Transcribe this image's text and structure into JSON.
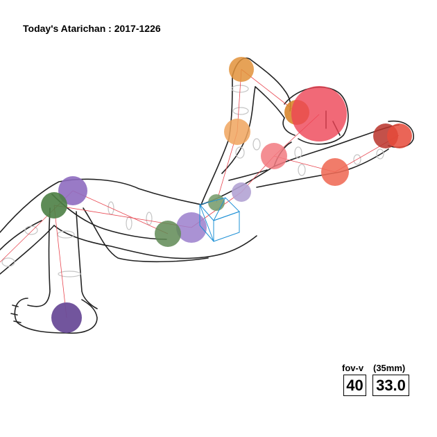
{
  "header": {
    "title": "Today's Atarichan : 2017-1226"
  },
  "fov": {
    "fov_v_label": "fov-v",
    "lens_label": "(35mm)",
    "fov_v_value": "40",
    "focal_value": "33.0"
  },
  "colors": {
    "bone_line": "#e8454f",
    "camera_gizmo": "#1e90d6",
    "joint_orange": "#e2923a",
    "joint_red": "#ee4455",
    "joint_salmon": "#f2786a",
    "joint_purple": "#8e6cc0",
    "joint_green": "#4d7f45",
    "joint_lavender": "#b2a3d4",
    "joint_dark_purple": "#6a4c98"
  },
  "icons": {
    "camera_gizmo": "camera-cube-icon"
  }
}
